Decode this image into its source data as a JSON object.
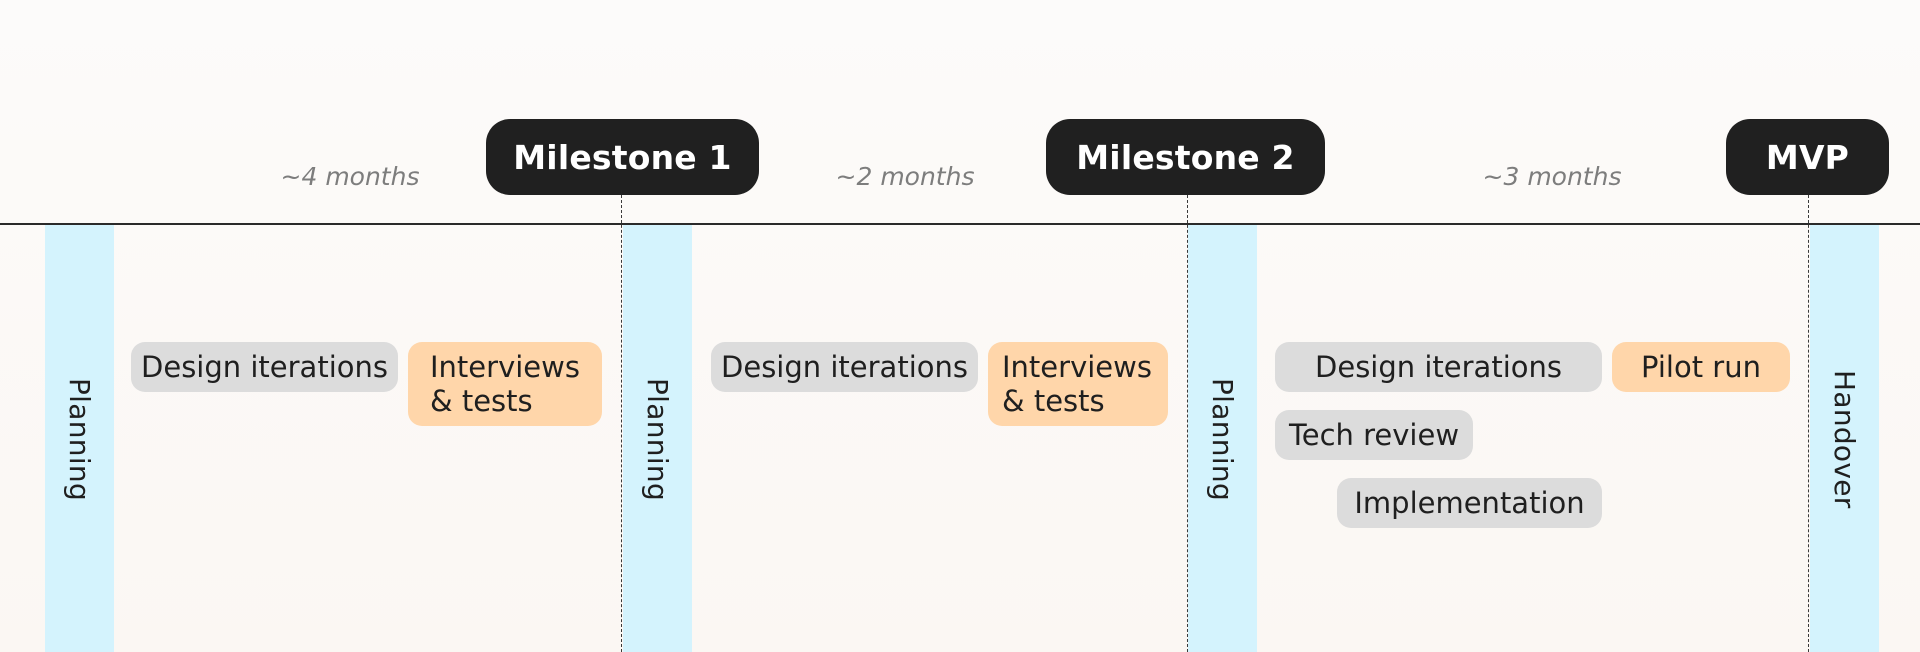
{
  "milestones": [
    "Milestone 1",
    "Milestone 2",
    "MVP"
  ],
  "durations": [
    "~4 months",
    "~2 months",
    "~3 months"
  ],
  "phases": [
    "Planning",
    "Planning",
    "Planning",
    "Handover"
  ],
  "tasks": {
    "p1": {
      "design": "Design iterations",
      "interviews": "Interviews & tests"
    },
    "p2": {
      "design": "Design iterations",
      "interviews": "Interviews & tests"
    },
    "p3": {
      "design": "Design iterations",
      "pilot": "Pilot run",
      "tech": "Tech review",
      "impl": "Implementation"
    }
  },
  "colors": {
    "milestone": "#202020",
    "planning_band": "#d4f3fd",
    "task_gray": "#dcdcdc",
    "task_orange": "#ffd6aa"
  }
}
